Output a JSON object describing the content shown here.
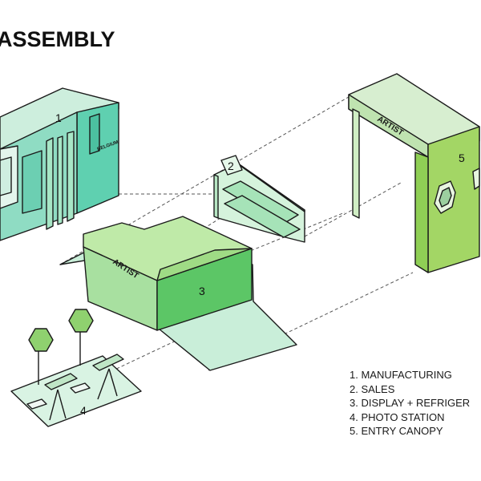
{
  "title": "ASSEMBLY",
  "components": [
    {
      "number": "1"
    },
    {
      "number": "2"
    },
    {
      "number": "3"
    },
    {
      "number": "4"
    },
    {
      "number": "5"
    }
  ],
  "brand_marks": {
    "entry_canopy_sign": "ARTIST",
    "sales_counter_sign": "ARTIST",
    "manufacturing_sign": "BELGIUM"
  },
  "legend": [
    "1. MANUFACTURING",
    "2. SALES",
    "3. DISPLAY + REFRIGER",
    "4. PHOTO STATION",
    "5. ENTRY CANOPY"
  ],
  "colors": {
    "mint_light": "#d9f3e3",
    "mint": "#a7e6c6",
    "teal": "#5fd0b0",
    "green_light": "#c8e8b8",
    "green": "#8fd16f",
    "green_dark": "#56c46a",
    "lime": "#a6d86a",
    "outline": "#1a1a1a"
  }
}
